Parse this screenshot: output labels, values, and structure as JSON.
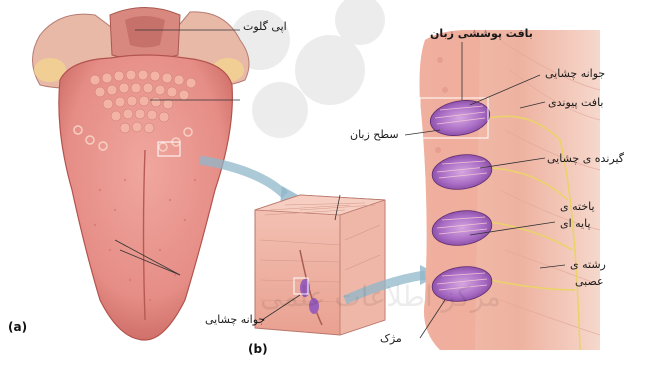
{
  "figure": {
    "labels": {
      "epiglottis": "اپی گلوت",
      "tongue_epithelium": "بافت پوششی زبان",
      "taste_bud_right": "جوانه چشایی",
      "connective_tissue": "بافت پیوندی",
      "tongue_surface": "سطح زبان",
      "taste_receptor": "گیرنده ی چشایی",
      "basal_cell_line1": "یاخته ی",
      "basal_cell_line2": "پایه ای",
      "nerve_fiber_line1": "رشته ی",
      "nerve_fiber_line2": "عصبی",
      "taste_bud_block": "جوانه چشایی",
      "microvilli": "مژک"
    },
    "panels": {
      "a": "(a)",
      "b": "(b)"
    },
    "watermark": "مرکز اطلاعات علمی"
  },
  "colors": {
    "tongue": "#e9908a",
    "tongue_dark": "#c9605c",
    "papillae": "#f2b4a3",
    "taste_bud_purple": "#9a5fb8",
    "nerve_yellow": "#ead36a",
    "tissue_pink": "#f1b5a4",
    "arrow_blue": "#8fb7c9"
  }
}
